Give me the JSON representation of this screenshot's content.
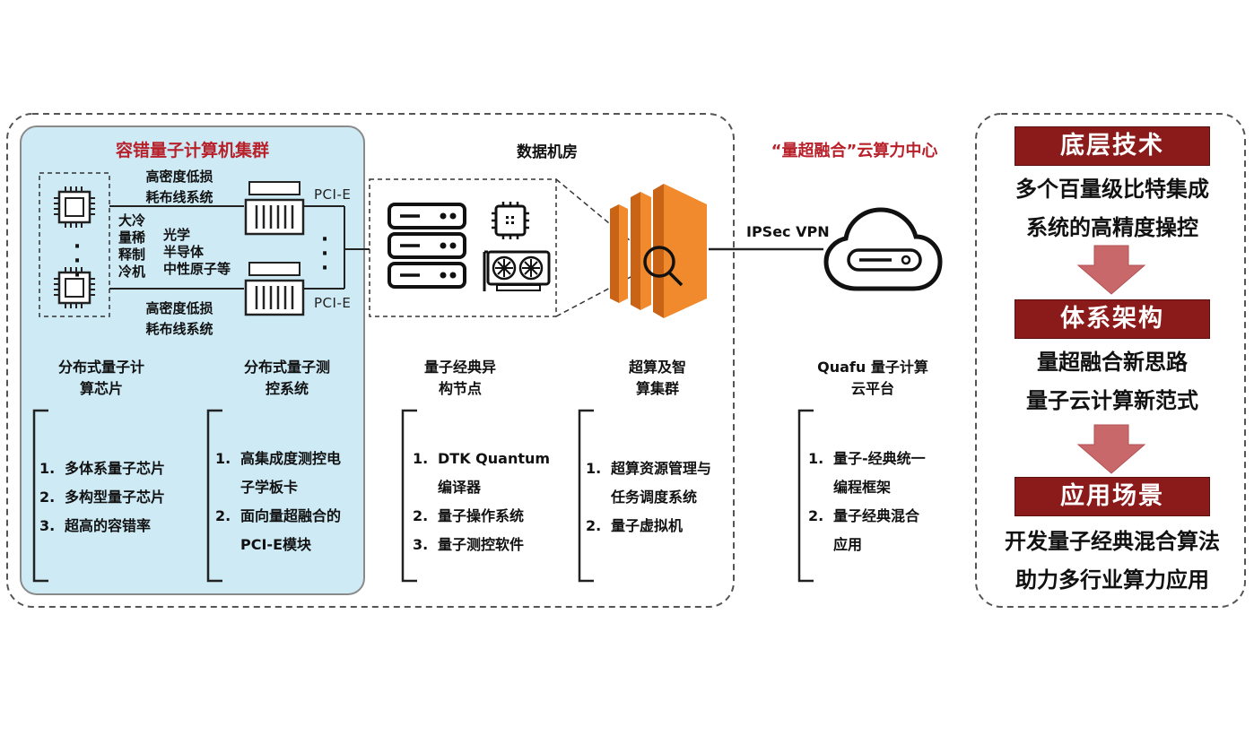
{
  "left_panel": {
    "title": "容错量子计算机集群",
    "wiring_top": [
      "高密度低损",
      "耗布线系统"
    ],
    "wiring_bottom": [
      "高密度低损",
      "耗布线系统"
    ],
    "fridge": [
      "大冷",
      "量稀",
      "释制",
      "冷机"
    ],
    "physics": [
      "光学",
      "半导体",
      "中性原子等"
    ],
    "pci_top": "PCI-E",
    "pci_bottom": "PCI-E",
    "chip_header": [
      "分布式量子计",
      "算芯片"
    ],
    "control_header": [
      "分布式量子测",
      "控系统"
    ],
    "chip_list": [
      {
        "num": "1.",
        "lines": [
          "多体系量子芯片"
        ]
      },
      {
        "num": "2.",
        "lines": [
          "多构型量子芯片"
        ]
      },
      {
        "num": "3.",
        "lines": [
          "超高的容错率"
        ]
      }
    ],
    "control_list": [
      {
        "num": "1.",
        "lines": [
          "高集成度测控电",
          "子学板卡"
        ]
      },
      {
        "num": "2.",
        "lines": [
          "面向量超融合的",
          "PCI-E模块"
        ]
      }
    ]
  },
  "datacenter": {
    "title": "数据机房",
    "node_header": [
      "量子经典异",
      "构节点"
    ],
    "hpc_header": [
      "超算及智",
      "算集群"
    ],
    "node_list": [
      {
        "num": "1.",
        "lines": [
          "DTK Quantum",
          "编译器"
        ]
      },
      {
        "num": "2.",
        "lines": [
          "量子操作系统"
        ]
      },
      {
        "num": "3.",
        "lines": [
          "量子测控软件"
        ]
      }
    ],
    "hpc_list": [
      {
        "num": "1.",
        "lines": [
          "超算资源管理与",
          "任务调度系统"
        ]
      },
      {
        "num": "2.",
        "lines": [
          "量子虚拟机"
        ]
      }
    ]
  },
  "cloud": {
    "title": "“量超融合”云算力中心",
    "vpn": "IPSec VPN",
    "header": [
      "Quafu 量子计算",
      "云平台"
    ],
    "list": [
      {
        "num": "1.",
        "lines": [
          "量子-经典统一",
          "编程框架"
        ]
      },
      {
        "num": "2.",
        "lines": [
          "量子经典混合",
          "应用"
        ]
      }
    ]
  },
  "right_panel": {
    "sections": [
      {
        "title": "底层技术",
        "lines": [
          "多个百量级比特集成",
          "系统的高精度操控"
        ]
      },
      {
        "title": "体系架构",
        "lines": [
          "量超融合新思路",
          "量子云计算新范式"
        ]
      },
      {
        "title": "应用场景",
        "lines": [
          "开发量子经典混合算法",
          "助力多行业算力应用"
        ]
      }
    ]
  },
  "colors": {
    "panel_bg": "#cdeaf5",
    "title_red": "#b8202a",
    "box_red": "#8b1a1a",
    "arrow_pink": "#c9686a",
    "hpc_orange": "#f08a2c"
  },
  "icons": [
    "chip-icon",
    "control-board-icon",
    "server-rack-icon",
    "cpu-icon",
    "gpu-card-icon",
    "hpc-cluster-icon",
    "magnifier-icon",
    "cloud-icon"
  ]
}
